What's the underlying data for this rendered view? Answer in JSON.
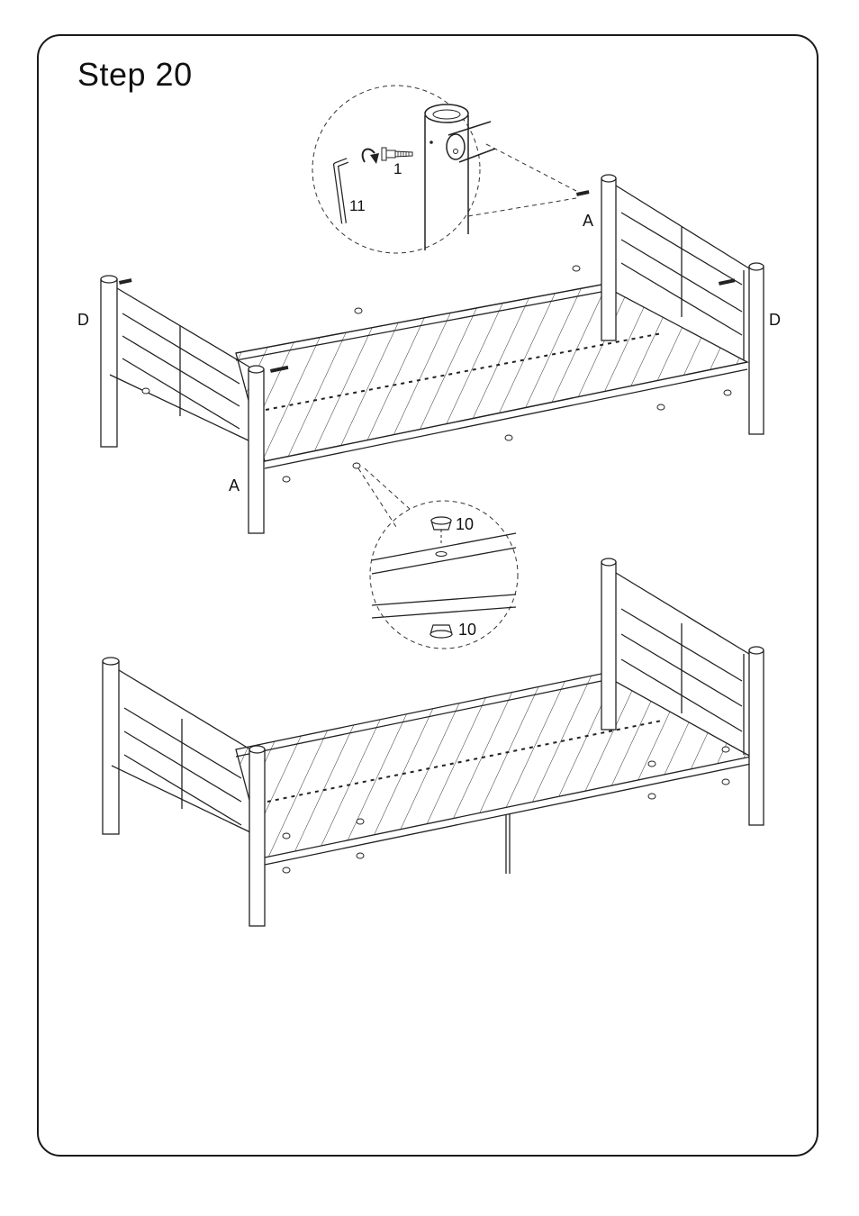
{
  "step": {
    "title": "Step  20"
  },
  "labels": {
    "post_a_top": "A",
    "post_a_bottom": "A",
    "post_d_left": "D",
    "post_d_right": "D"
  },
  "callout_top": {
    "screw": "1",
    "hex_key": "11"
  },
  "callout_bottom": {
    "glide_top": "10",
    "glide_bottom": "10"
  },
  "colors": {
    "stroke": "#1a1a1a",
    "background": "#ffffff"
  }
}
